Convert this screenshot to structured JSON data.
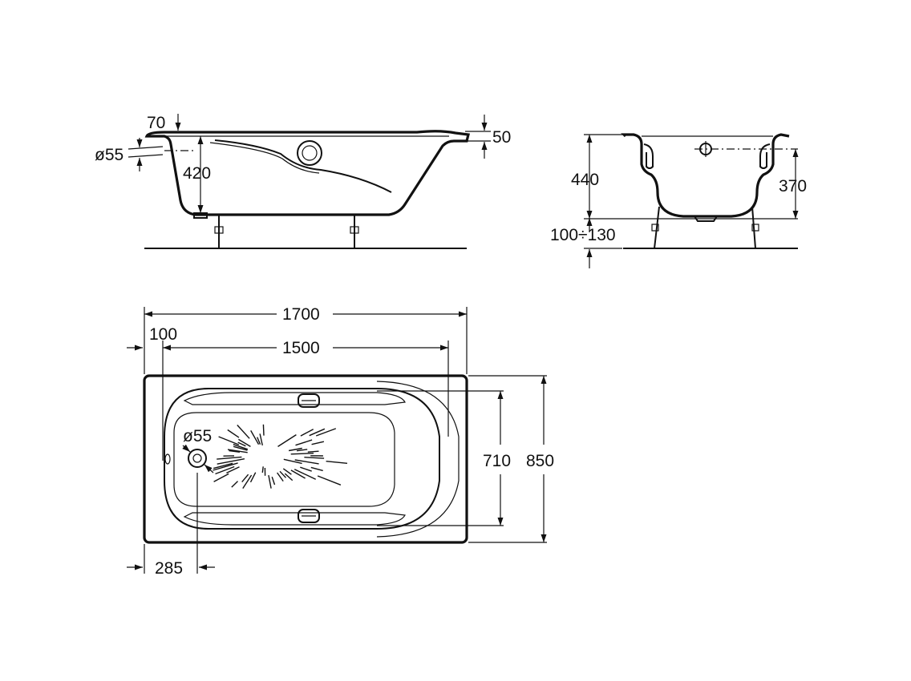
{
  "side_view": {
    "rim_thickness": "70",
    "overflow_diameter": "ø55",
    "overflow_height": "420",
    "rim_step": "50"
  },
  "end_view": {
    "total_height": "440",
    "overflow_height": "370",
    "leg_adjust": "100÷130"
  },
  "plan_view": {
    "overall_length": "1700",
    "inner_length": "1500",
    "rim_offset": "100",
    "drain_diameter": "ø55",
    "drain_offset": "285",
    "inner_width": "710",
    "overall_width": "850"
  },
  "colors": {
    "line": "#111111",
    "background": "#ffffff"
  }
}
